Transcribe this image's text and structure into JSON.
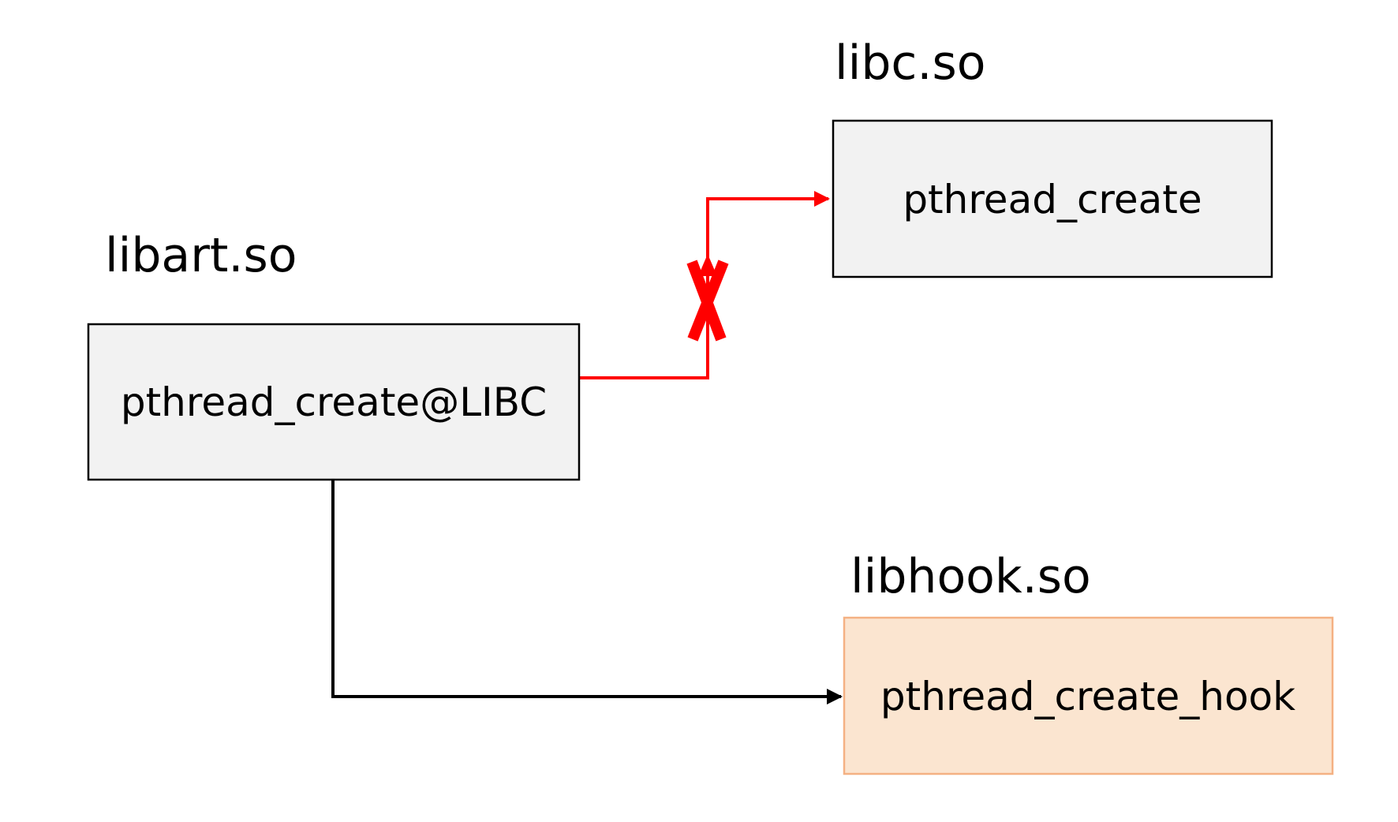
{
  "colors": {
    "background": "#ffffff",
    "box_fill": "#f2f2f2",
    "box_stroke": "#000000",
    "hook_fill": "#fbe5d0",
    "hook_stroke": "#f4b183",
    "blocked_arrow": "#ff0000",
    "hook_arrow": "#000000"
  },
  "libart": {
    "label": "libart.so",
    "symbol": "pthread_create@LIBC"
  },
  "libc": {
    "label": "libc.so",
    "symbol": "pthread_create"
  },
  "libhook": {
    "label": "libhook.so",
    "symbol": "pthread_create_hook"
  },
  "links": [
    {
      "from": "libart",
      "to": "libc",
      "blocked": true,
      "color": "#ff0000",
      "marker": "x-mark"
    },
    {
      "from": "libart",
      "to": "libhook",
      "blocked": false,
      "color": "#000000"
    }
  ]
}
